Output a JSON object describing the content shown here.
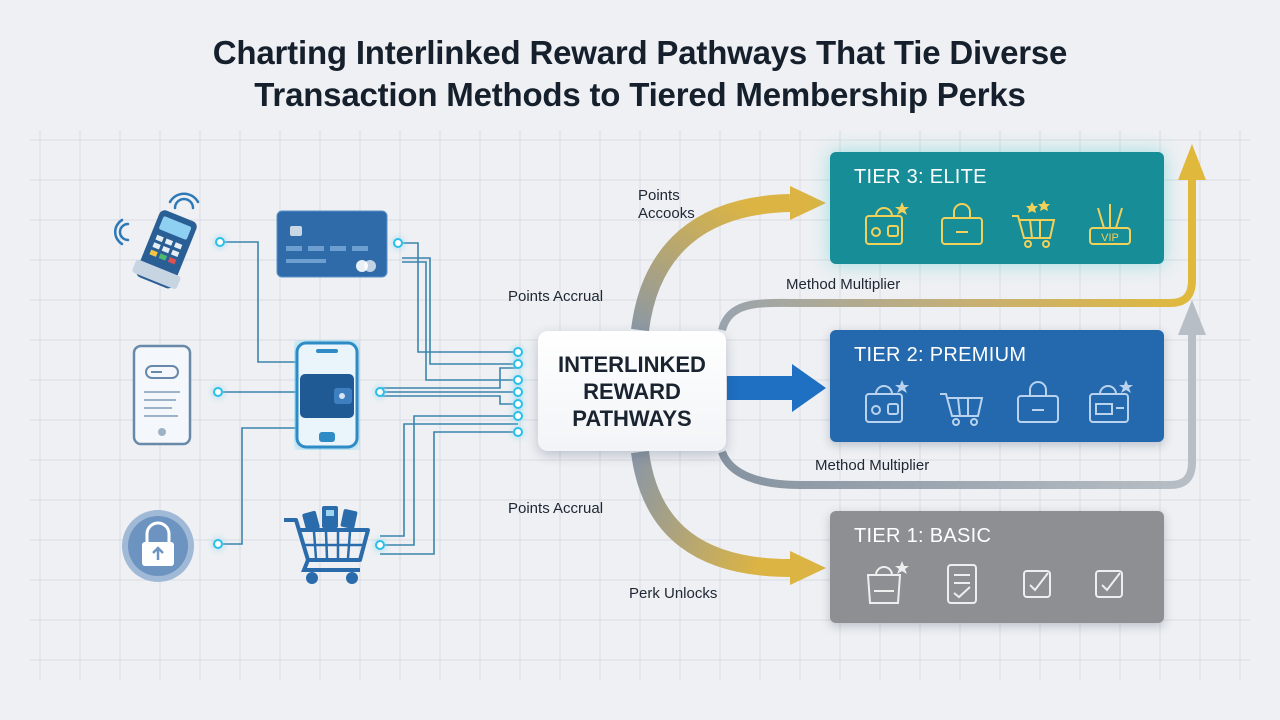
{
  "title": {
    "line1": "Charting Interlinked Reward Pathways That Tie Diverse",
    "line2": "Transaction Methods to Tiered Membership Perks"
  },
  "hub": {
    "line1": "INTERLINKED",
    "line2": "REWARD",
    "line3": "PATHWAYS"
  },
  "methods": [
    {
      "icon": "card-terminal-icon"
    },
    {
      "icon": "credit-card-icon"
    },
    {
      "icon": "phone-receipt-icon"
    },
    {
      "icon": "mobile-wallet-icon"
    },
    {
      "icon": "secure-lock-icon"
    },
    {
      "icon": "shopping-cart-icon"
    }
  ],
  "labels": {
    "points_accooks": "Points\nAccooks",
    "points_accrual_top": "Points Accrual",
    "points_accrual_bottom": "Points Accrual",
    "method_multiplier_top": "Method Multiplier",
    "method_multiplier_bottom": "Method Multiplier",
    "perk_unlocks": "Perk Unlocks"
  },
  "tiers": [
    {
      "label": "TIER 3: ELITE",
      "color": "#178d97",
      "icons": [
        "bag-star-icon",
        "lock-bag-icon",
        "cart-star-icon",
        "vip-ticket-icon"
      ],
      "vip_text": "VIP"
    },
    {
      "label": "TIER 2: PREMIUM",
      "color": "#2469ae",
      "icons": [
        "bag-star-icon",
        "cart-icon",
        "lock-bag-icon",
        "bag-card-icon"
      ]
    },
    {
      "label": "TIER 1: BASIC",
      "color": "#8d8f92",
      "icons": [
        "bag-star-icon",
        "checklist-icon",
        "check-square-icon",
        "check-square-icon"
      ]
    }
  ],
  "colors": {
    "connector": "#3a8fb7",
    "node_glow": "#26c0e8",
    "arrow_gold": "#d9b547",
    "arrow_gray": "#8a96a3",
    "arrow_blue": "#1f6fc2"
  }
}
